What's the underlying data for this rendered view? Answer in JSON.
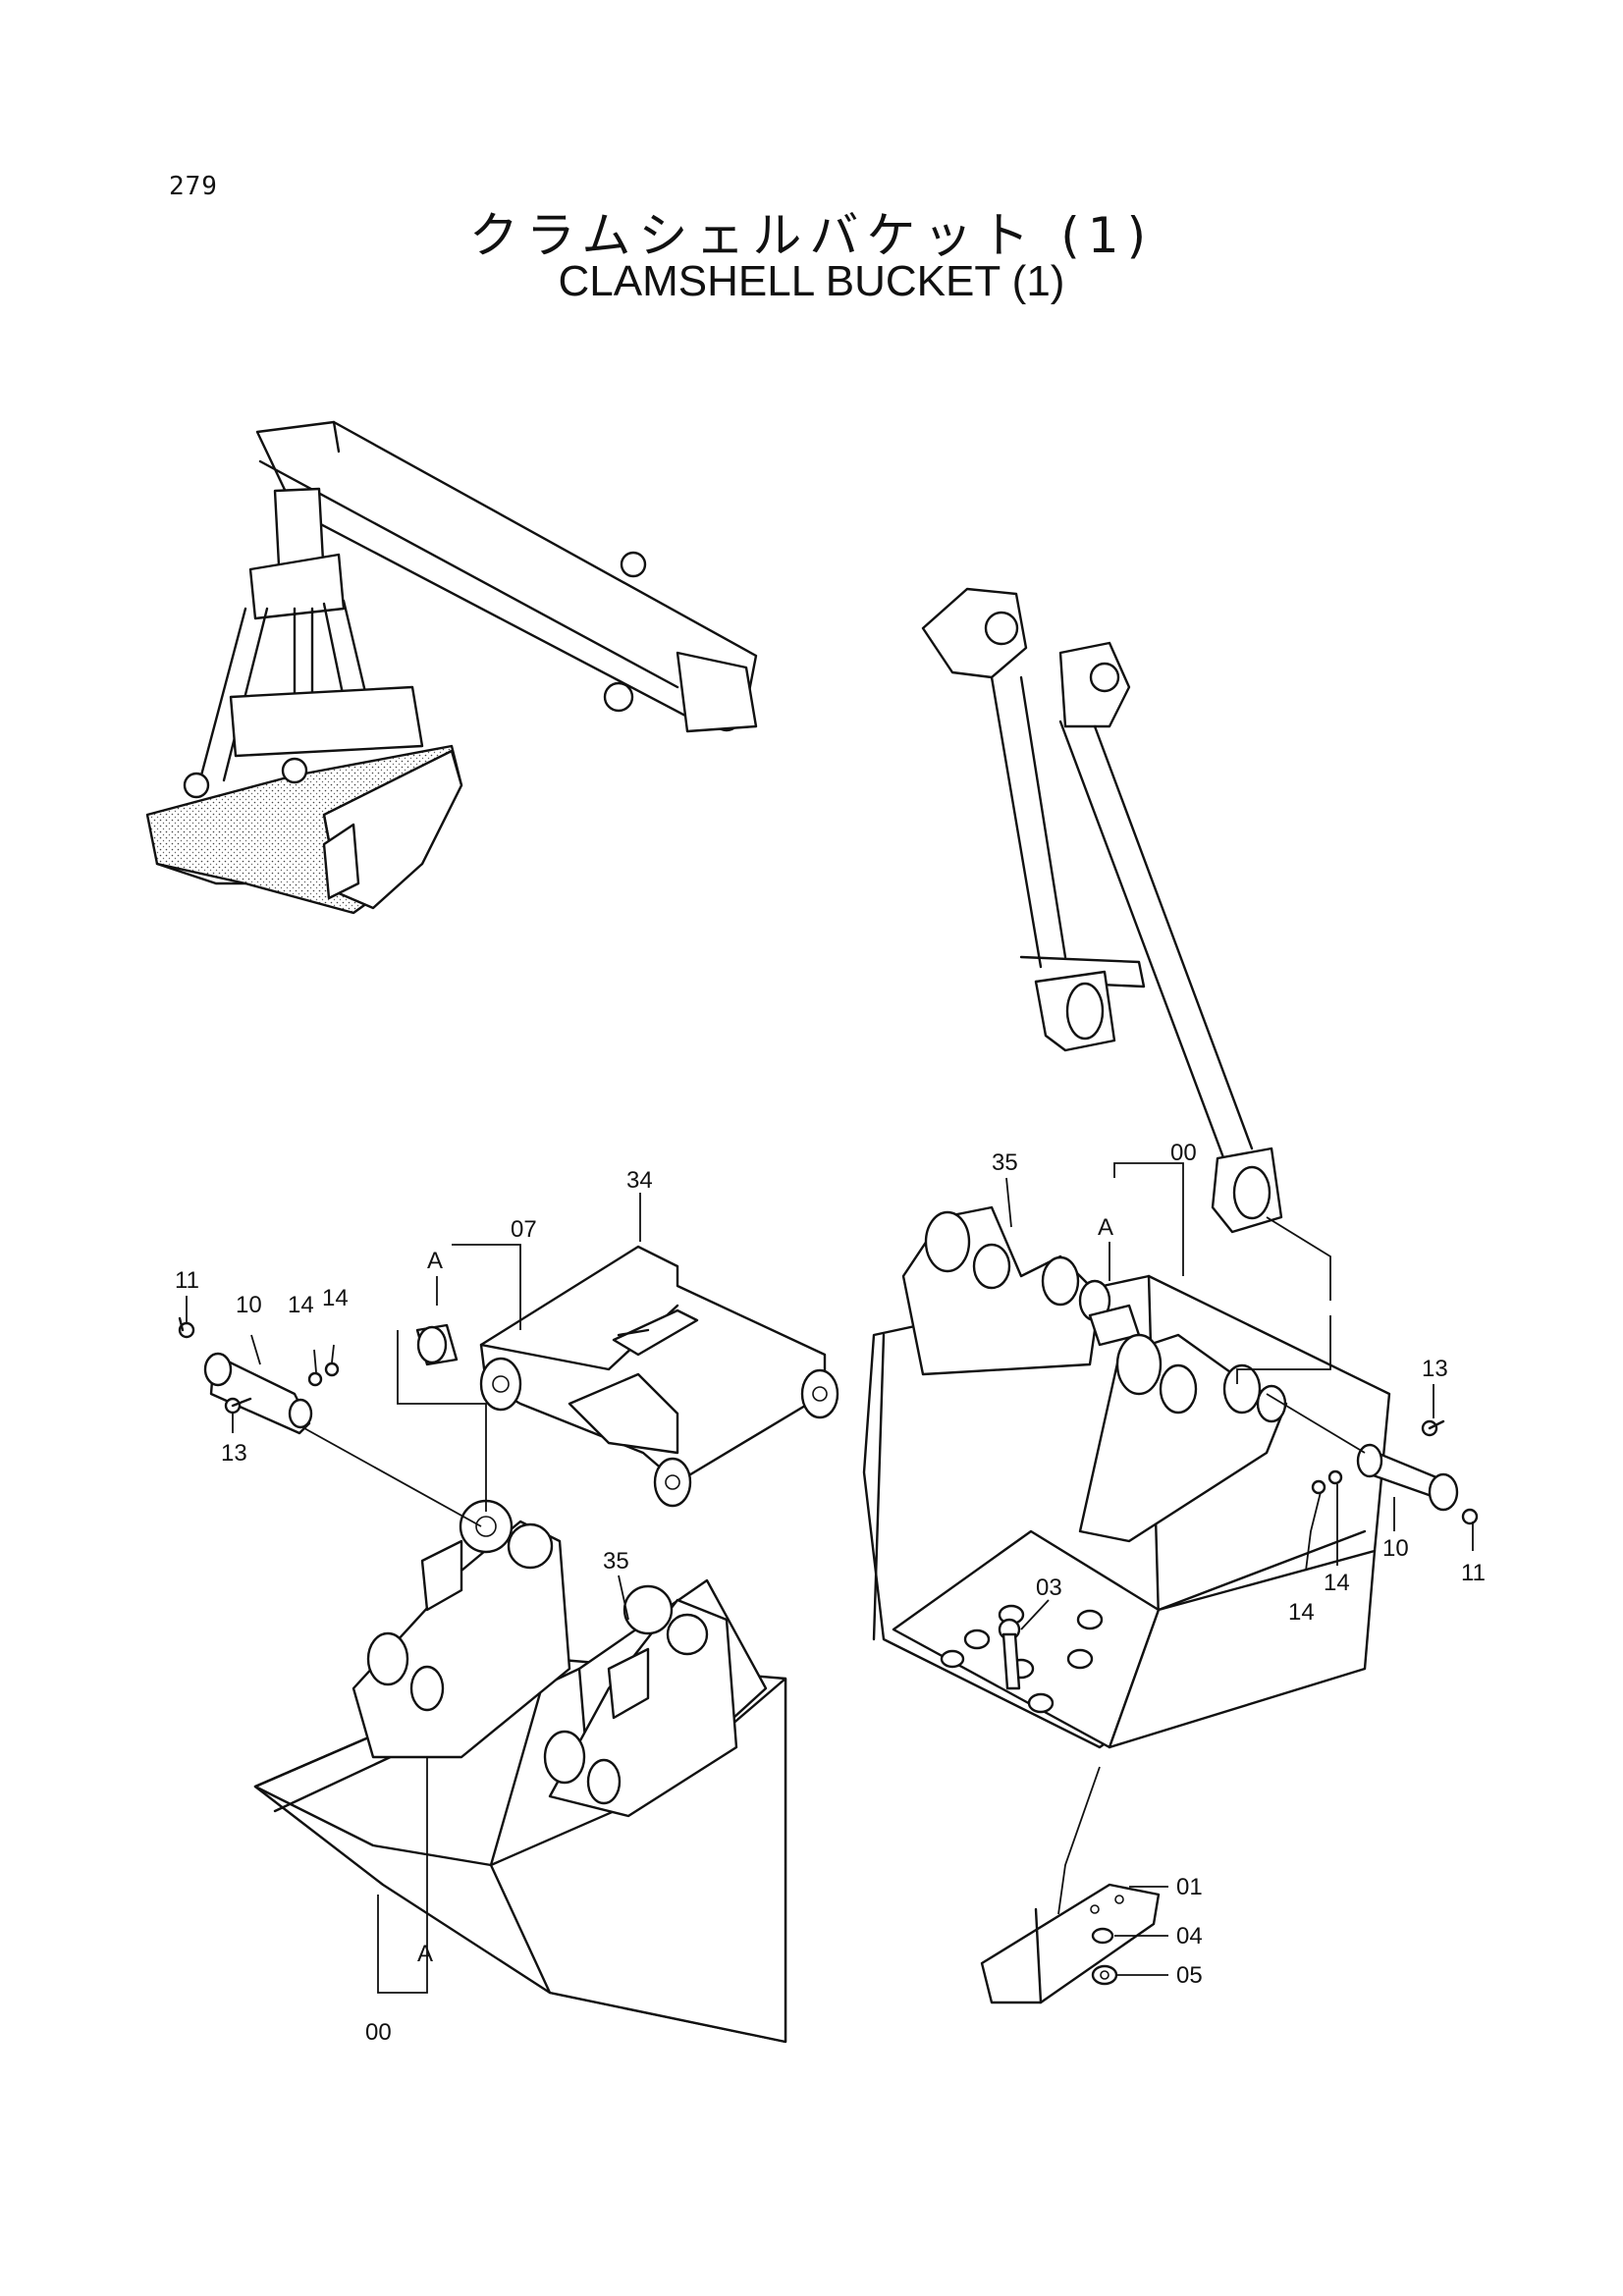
{
  "page_number": "279",
  "title_jp": "クラムシェルバケット (1)",
  "title_en": "CLAMSHELL BUCKET (1)",
  "callouts": {
    "c00_right": "00",
    "c00_left": "00",
    "c01": "01",
    "c03": "03",
    "c04": "04",
    "c05": "05",
    "c07": "07",
    "c10_left": "10",
    "c10_right": "10",
    "c11_left": "11",
    "c11_right": "11",
    "c13_left": "13",
    "c13_right": "13",
    "c14_left_a": "14",
    "c14_left_b": "14",
    "c14_right_a": "14",
    "c14_right_b": "14",
    "c34": "34",
    "c35_top": "35",
    "c35_left": "35",
    "a_top_right": "A",
    "a_top_left": "A",
    "a_bottom": "A"
  }
}
